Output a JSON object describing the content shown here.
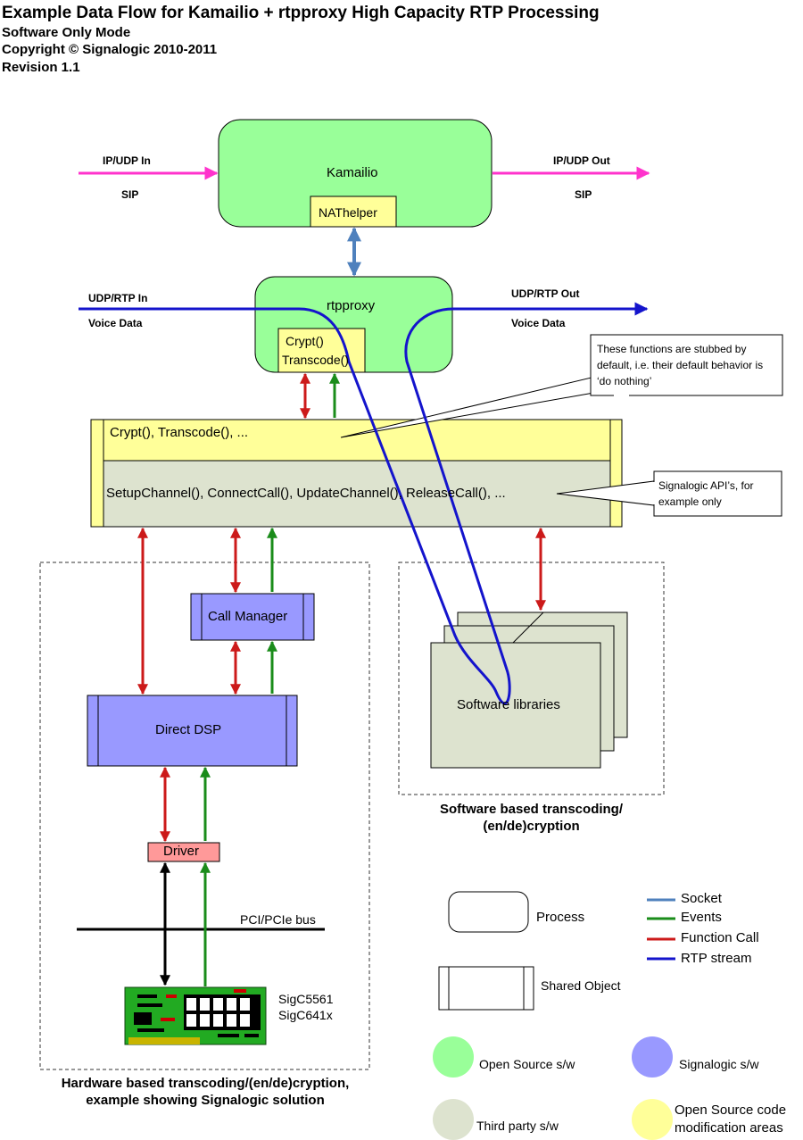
{
  "header": {
    "title": "Example Data Flow for Kamailio + rtpproxy High Capacity RTP Processing",
    "mode": "Software Only Mode",
    "copyright": "Copyright © Signalogic 2010-2011",
    "revision": "Revision 1.1"
  },
  "inputs": {
    "ip_udp_in": "IP/UDP In",
    "sip_in": "SIP",
    "ip_udp_out": "IP/UDP Out",
    "sip_out": "SIP",
    "udp_rtp_in": "UDP/RTP In",
    "voice_in": "Voice Data",
    "udp_rtp_out": "UDP/RTP Out",
    "voice_out": "Voice Data"
  },
  "nodes": {
    "kamailio": "Kamailio",
    "nathelper": "NAThelper",
    "rtpproxy": "rtpproxy",
    "crypt": "Crypt()",
    "transcode": "Transcode()",
    "mod_layer": "Crypt(), Transcode(), ...",
    "api_layer": "SetupChannel(), ConnectCall(), UpdateChannel(), ReleaseCall(), ...",
    "call_manager": "Call Manager",
    "direct_dsp": "Direct DSP",
    "driver": "Driver",
    "pci_bus": "PCI/PCIe bus",
    "board_line1": "SigC5561",
    "board_line2": "SigC641x",
    "software_libraries": "Software libraries"
  },
  "callouts": {
    "stubbed": "These functions are stubbed by default, i.e. their default behavior is ‘do nothing’",
    "api": "Signalogic API’s, for example only"
  },
  "regions": {
    "hardware_line1": "Hardware based transcoding/(en/de)cryption,",
    "hardware_line2": "example showing Signalogic solution",
    "software_line1": "Software based transcoding/",
    "software_line2": "(en/de)cryption"
  },
  "legend": {
    "process": "Process",
    "shared_object": "Shared Object",
    "socket": "Socket",
    "events": "Events",
    "function_call": "Function Call",
    "rtp_stream": "RTP stream",
    "open_source": "Open Source s/w",
    "signalogic": "Signalogic s/w",
    "third_party": "Third party s/w",
    "mod_line1": "Open Source code",
    "mod_line2": "modification areas"
  },
  "colors": {
    "socket": "#4f81bd",
    "events": "#1a8c1a",
    "function_call": "#cc1a1a",
    "rtp_stream": "#1414cc",
    "sip": "#ff33cc",
    "open_source": "#99ff99",
    "signalogic": "#9999ff",
    "third_party": "#dde3cf",
    "modification": "#ffff99",
    "driver": "#ff9999"
  }
}
